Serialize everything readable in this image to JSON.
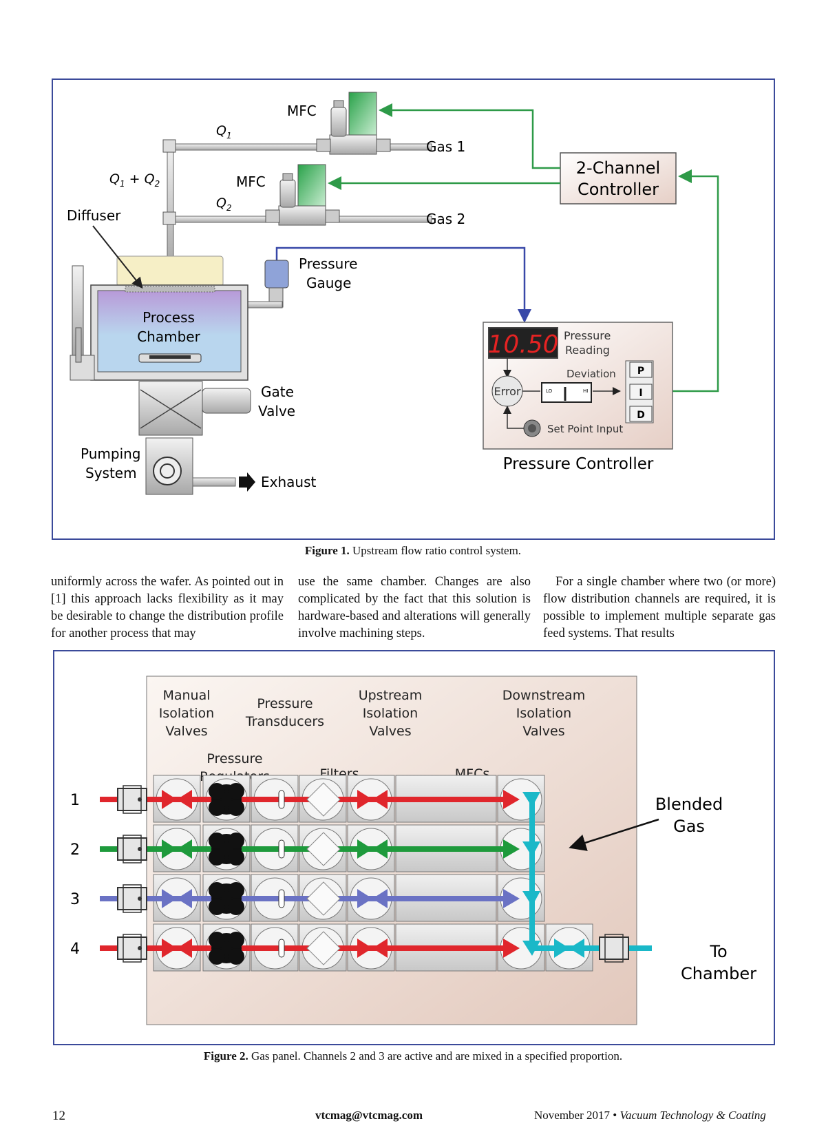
{
  "figure1": {
    "labels": {
      "mfc_top": "MFC",
      "mfc_bottom": "MFC",
      "q1": "Q",
      "q1_sub": "1",
      "q2": "Q",
      "q2_sub": "2",
      "q1q2": "Q",
      "q1q2_mid": " + Q",
      "q1q2_sub1": "1",
      "q1q2_sub2": "2",
      "gas1": "Gas 1",
      "gas2": "Gas 2",
      "diffuser": "Diffuser",
      "pressure_gauge_1": "Pressure",
      "pressure_gauge_2": "Gauge",
      "process_chamber_1": "Process",
      "process_chamber_2": "Chamber",
      "gate_valve_1": "Gate",
      "gate_valve_2": "Valve",
      "pumping_system_1": "Pumping",
      "pumping_system_2": "System",
      "exhaust": "Exhaust",
      "controller_1": "2-Channel",
      "controller_2": "Controller",
      "pressure_display": "10.50",
      "pressure_reading_1": "Pressure",
      "pressure_reading_2": "Reading",
      "deviation": "Deviation",
      "error": "Error",
      "lo": "LO",
      "hi": "HI",
      "p": "P",
      "i": "I",
      "d": "D",
      "set_point_input": "Set Point Input",
      "pressure_controller": "Pressure Controller"
    },
    "caption_bold": "Figure 1.",
    "caption_text": " Upstream flow ratio control system."
  },
  "body_text": {
    "col1": "uniformly across the wafer. As pointed out in [1] this approach lacks flexibility as it may be desirable to change the distribution profile for another process that may",
    "col2": "use the same chamber. Changes are also complicated by the fact that this solution is hardware-based and alterations will generally involve machining steps.",
    "col3": "For a single chamber where two (or more) flow distribution channels are required, it is possible to implement multiple separate gas feed systems. That results"
  },
  "figure2": {
    "labels": {
      "manual_1": "Manual",
      "manual_2": "Isolation",
      "manual_3": "Valves",
      "transducers_1": "Pressure",
      "transducers_2": "Transducers",
      "upstream_1": "Upstream",
      "upstream_2": "Isolation",
      "upstream_3": "Valves",
      "downstream_1": "Downstream",
      "downstream_2": "Isolation",
      "downstream_3": "Valves",
      "regulators_1": "Pressure",
      "regulators_2": "Regulators",
      "filters": "Filters",
      "mfcs": "MFCs",
      "blended_1": "Blended",
      "blended_2": "Gas",
      "to_1": "To",
      "to_2": "Chamber"
    },
    "channels": [
      "1",
      "2",
      "3",
      "4"
    ],
    "channel_colors": [
      "#e0262c",
      "#1e9a3c",
      "#6a72c4",
      "#e0262c"
    ],
    "blended_color": "#1ab8c8",
    "caption_bold": "Figure 2.",
    "caption_text": " Gas panel. Channels 2 and 3 are active and are mixed in a specified proportion."
  },
  "footer": {
    "page_number": "12",
    "email": "vtcmag@vtcmag.com",
    "date": "November 2017",
    "bullet": "•",
    "magazine": "Vacuum Technology & Coating"
  }
}
